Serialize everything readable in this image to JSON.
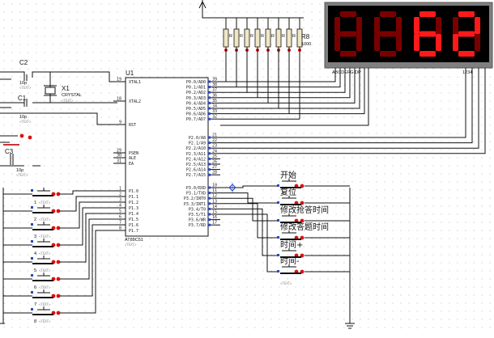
{
  "mcu": {
    "ref": "U1",
    "part": "AT89C51",
    "left_pins": [
      {
        "num": "19",
        "name": "XTAL1"
      },
      {
        "num": "18",
        "name": "XTAL2"
      },
      {
        "num": "9",
        "name": "RST"
      },
      {
        "num": "29",
        "name": "PSEN"
      },
      {
        "num": "30",
        "name": "ALE"
      },
      {
        "num": "31",
        "name": "EA"
      },
      {
        "num": "1",
        "name": "P1.0"
      },
      {
        "num": "2",
        "name": "P1.1"
      },
      {
        "num": "3",
        "name": "P1.2"
      },
      {
        "num": "4",
        "name": "P1.3"
      },
      {
        "num": "5",
        "name": "P1.4"
      },
      {
        "num": "6",
        "name": "P1.5"
      },
      {
        "num": "7",
        "name": "P1.6"
      },
      {
        "num": "8",
        "name": "P1.7"
      }
    ],
    "right_pins": [
      {
        "num": "39",
        "name": "P0.0/AD0"
      },
      {
        "num": "38",
        "name": "P0.1/AD1"
      },
      {
        "num": "37",
        "name": "P0.2/AD2"
      },
      {
        "num": "36",
        "name": "P0.3/AD3"
      },
      {
        "num": "35",
        "name": "P0.4/AD4"
      },
      {
        "num": "34",
        "name": "P0.5/AD5"
      },
      {
        "num": "33",
        "name": "P0.6/AD6"
      },
      {
        "num": "32",
        "name": "P0.7/AD7"
      },
      {
        "num": "21",
        "name": "P2.0/A8"
      },
      {
        "num": "22",
        "name": "P2.1/A9"
      },
      {
        "num": "23",
        "name": "P2.2/A10"
      },
      {
        "num": "24",
        "name": "P2.3/A11"
      },
      {
        "num": "25",
        "name": "P2.4/A12"
      },
      {
        "num": "26",
        "name": "P2.5/A13"
      },
      {
        "num": "27",
        "name": "P2.6/A14"
      },
      {
        "num": "28",
        "name": "P2.7/A15"
      },
      {
        "num": "10",
        "name": "P3.0/RXD"
      },
      {
        "num": "11",
        "name": "P3.1/TXD"
      },
      {
        "num": "12",
        "name": "P3.2/INT0"
      },
      {
        "num": "13",
        "name": "P3.3/INT1"
      },
      {
        "num": "14",
        "name": "P3.4/T0"
      },
      {
        "num": "15",
        "name": "P3.5/T1"
      },
      {
        "num": "16",
        "name": "P3.6/WR"
      },
      {
        "num": "17",
        "name": "P3.7/RD"
      }
    ]
  },
  "crystal": {
    "ref": "X1",
    "part": "CRYSTAL"
  },
  "capacitors": [
    {
      "ref": "C2",
      "value": "10p"
    },
    {
      "ref": "C1",
      "value": "10p"
    },
    {
      "ref": "C3",
      "value": "10p"
    }
  ],
  "resistors": {
    "first_digit": "R",
    "last_ref": "R8",
    "last_value": "1000"
  },
  "display": {
    "digits": [
      "8",
      "8",
      "6",
      "2"
    ],
    "segment_label": "ABCDEFG DP",
    "digit_label": "1234"
  },
  "switch_labels": [
    "1",
    "2",
    "3",
    "4",
    "5",
    "6",
    "7",
    "8"
  ],
  "control_buttons": [
    "开始",
    "复位",
    "修改抢答时间",
    "修改答题时间",
    "时间+",
    "时间-"
  ],
  "placeholder_text": "<TEXT>"
}
